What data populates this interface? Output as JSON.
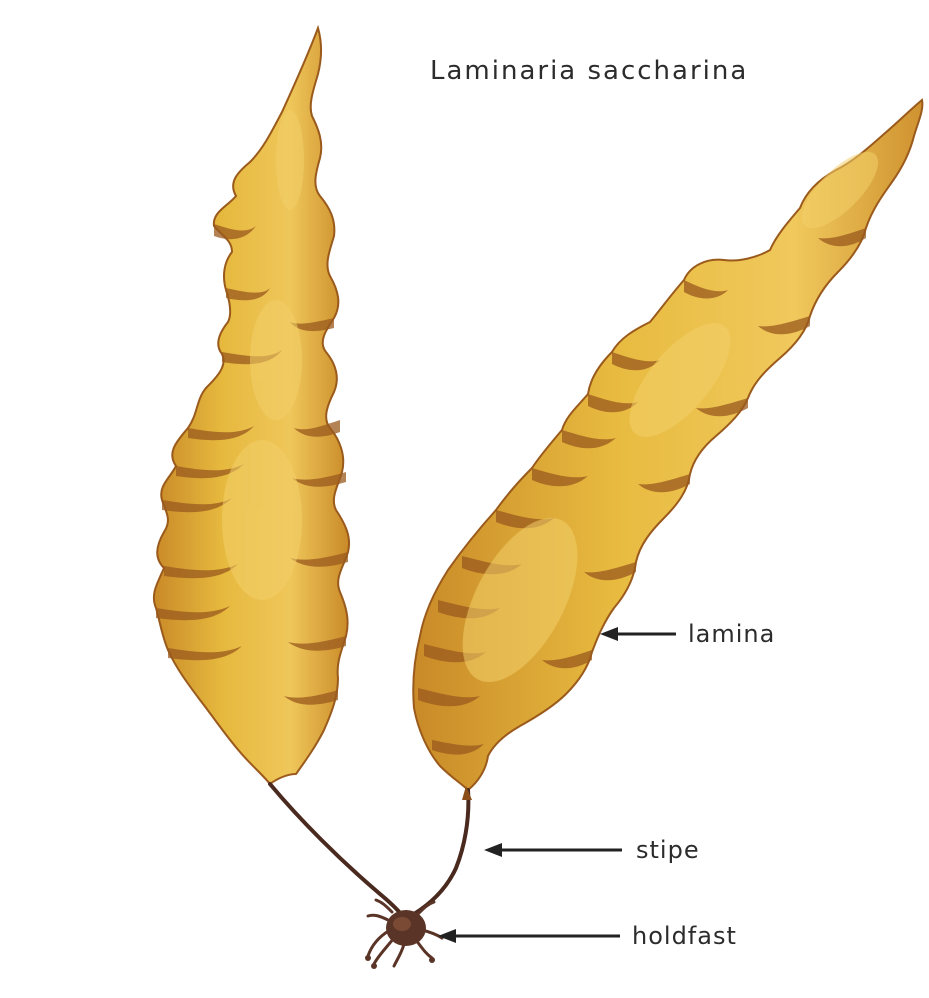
{
  "title": "Laminaria saccharina",
  "labels": {
    "lamina": "lamina",
    "stipe": "stipe",
    "holdfast": "holdfast"
  },
  "colors": {
    "blade_fill": "#e2b43a",
    "blade_light": "#efc85a",
    "blade_dark": "#b07420",
    "blade_edge": "#8c4e18",
    "stipe": "#4a2a1e",
    "holdfast": "#5a3426",
    "arrow": "#222222"
  }
}
